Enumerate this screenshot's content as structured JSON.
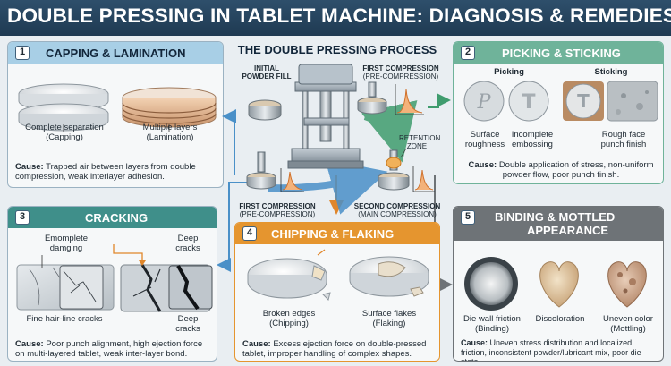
{
  "title": "DOUBLE PRESSING IN TABLET MACHINE: DIAGNOSIS & REMEDIES",
  "center": {
    "title": "THE DOUBLE PRESSING PROCESS",
    "initial_fill": "INITIAL POWDER FILL",
    "first_top": "FIRST COMPRESSION",
    "first_top_sub": "(PRE-COMPRESSION)",
    "retention": "RETENTION ZONE",
    "first_bottom": "FIRST COMPRESSION",
    "first_bottom_sub": "(PRE-COMPRESSION)",
    "second": "SECOND COMPRESSION",
    "second_sub": "(MAIN COMPRESSION)"
  },
  "panels": {
    "capping": {
      "number": "1",
      "title": "CAPPING & LAMINATION",
      "label_a": "Complete separation",
      "label_a2": "(Capping)",
      "label_b": "Multiple layers",
      "label_b2": "(Lamination)",
      "cause_label": "Cause:",
      "cause_text": "Trapped air between layers from double compression, weak interlayer adhesion."
    },
    "picking": {
      "number": "2",
      "title": "PICKING & STICKING",
      "sub_a": "Picking",
      "sub_b": "Sticking",
      "label_a": "Surface",
      "label_a2": "roughness",
      "label_b": "Incomplete",
      "label_b2": "embossing",
      "label_c": "Rough face",
      "label_c2": "punch finish",
      "cause_label": "Cause:",
      "cause_text": "Double application of stress, non-uniform powder flow, poor punch finish."
    },
    "cracking": {
      "number": "3",
      "title": "CRACKING",
      "label_a": "Emomplete",
      "label_a2": "damging",
      "label_b": "Deep",
      "label_b2": "cracks",
      "label_c": "Fine hair-line cracks",
      "label_d": "Deep",
      "label_d2": "cracks",
      "cause_label": "Cause:",
      "cause_text": "Poor punch alignment, high ejection force on multi-layered tablet, weak inter-layer bond."
    },
    "chipping": {
      "number": "4",
      "title": "CHIPPING & FLAKING",
      "label_a": "Broken edges",
      "label_a2": "(Chipping)",
      "label_b": "Surface flakes",
      "label_b2": "(Flaking)",
      "cause_label": "Cause:",
      "cause_text": "Excess ejection force on double-pressed tablet, improper handling of complex shapes."
    },
    "binding": {
      "number": "5",
      "title": "BINDING & MOTTLED",
      "title2": "APPEARANCE",
      "label_a": "Die wall friction",
      "label_a2": "(Binding)",
      "label_b": "Discoloration",
      "label_c": "Uneven color",
      "label_c2": "(Mottling)",
      "cause_label": "Cause:",
      "cause_text": "Uneven stress distribution and localized friction, inconsistent powder/lubricant mix, poor die state."
    }
  },
  "colors": {
    "blue_head": "#a8cfe6",
    "teal_head": "#3f8f8a",
    "green_head": "#6fb39a",
    "orange_head": "#e5952f",
    "gray_head": "#6e7377",
    "arrow_blue": "#4a90c8",
    "arrow_green": "#3f9c6e",
    "arrow_orange": "#e0862a"
  }
}
